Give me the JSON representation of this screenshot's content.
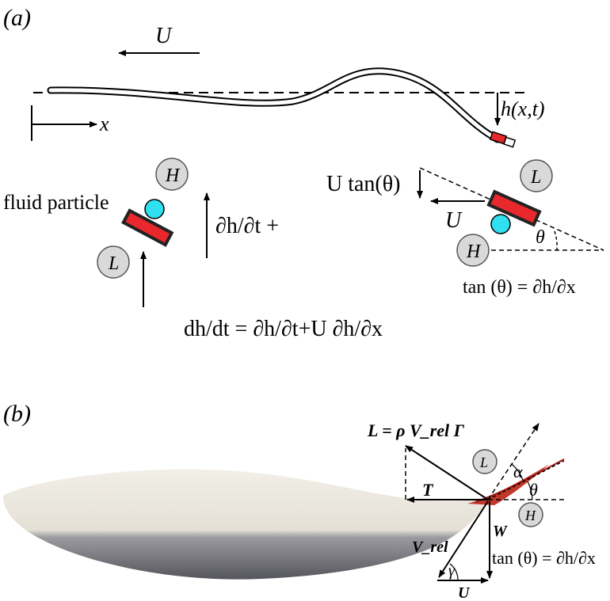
{
  "panel_a": {
    "label": "(a)",
    "flow_speed": "U",
    "x_axis": "x",
    "deflection": "h(x,t)",
    "high_pressure": "H",
    "low_pressure": "L",
    "fluid_particle": "fluid particle",
    "dhdt_partial": "∂h/∂t +",
    "u_tan_theta": "U tan(θ)",
    "u_label": "U",
    "theta": "θ",
    "tan_relation": "tan (θ) = ∂h/∂x",
    "material_derivative": "dh/dt = ∂h/∂t+U ∂h/∂x"
  },
  "panel_b": {
    "label": "(b)",
    "lift": "L = ρ V_rel Γ",
    "thrust": "T",
    "alpha": "α",
    "theta": "θ",
    "low": "L",
    "high": "H",
    "w": "W",
    "v_rel": "V_rel",
    "gamma": "γ",
    "u": "U",
    "tan_relation": "tan (θ) = ∂h/∂x"
  },
  "colors": {
    "particle": "#2fe0f0",
    "plate": "#e8282c",
    "circle_fill": "#d9d9d9",
    "body_light": "#eeebe3",
    "body_dark": "#7a7a80"
  }
}
